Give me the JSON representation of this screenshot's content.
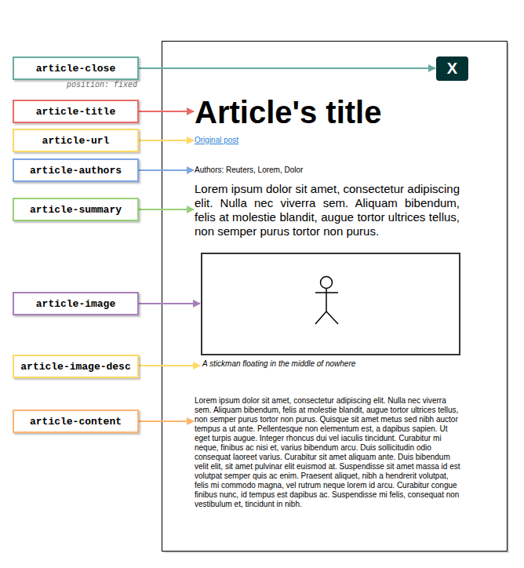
{
  "diagram": {
    "nodes": [
      {
        "text": [
          "article-close"
        ]
      },
      {
        "text": [
          "article-title"
        ]
      },
      {
        "text": [
          "article-url"
        ]
      },
      {
        "text": [
          "article-authors"
        ]
      },
      {
        "text": [
          "article-summary"
        ]
      },
      {
        "text": [
          "article-image"
        ]
      },
      {
        "text": [
          "article-image-desc"
        ]
      },
      {
        "text": [
          "article-content"
        ]
      },
      {
        "text": [
          "X"
        ]
      },
      {
        "text": [
          "Article's title"
        ]
      },
      {
        "text": [
          "Original post"
        ]
      },
      {
        "text": [
          "Authors: Reuters, Lorem, Dolor"
        ]
      },
      {
        "text": [
          "Lorem ipsum dolor sit amet, consectetur adipiscing elit. Nulla nec viverra sem. Aliquam bibendum, felis at molestie blandit, augue tortor ultrices tellus, non semper purus tortor non purus."
        ]
      },
      {
        "text": [
          "A stickman floating in the middle of nowhere"
        ]
      },
      {
        "text": [
          "Lorem ipsum dolor sit amet, consectetur adipiscing elit. Nulla nec viverra sem. Aliquam bibendum, felis at molestie blandit, augue tortor ultrices tellus, non semper purus tortor non purus. Quisque sit amet metus sed nibh auctor tempus a ut ante. Pellentesque non elementum est, a dapibus sapien. Ut eget turpis augue. Integer rhoncus dui vel iaculis tincidunt. Curabitur mi neque, finibus ac nisi et, varius bibendum arcu. Duis sollicitudin odio consequat laoreet varius. Curabitur sit amet aliquam ante. Duis bibendum velit elit, sit amet pulvinar elit euismod at. Suspendisse sit amet massa id est volutpat semper quis ac enim. Praesent aliquet, nibh a hendrerit volutpat, felis mi commodo magna, vel rutrum neque lorem id arcu. Curabitur congue finibus nunc, id tempus est dapibus ac. Suspendisse mi felis, consequat non vestibulum et, tincidunt in nibh."
        ]
      }
    ],
    "edges": [
      {
        "from": 0,
        "to": 8,
        "arrow": "to"
      },
      {
        "from": 1,
        "to": 9,
        "arrow": "to"
      },
      {
        "from": 2,
        "to": 10,
        "arrow": "to"
      },
      {
        "from": 3,
        "to": 11,
        "arrow": "to"
      },
      {
        "from": 4,
        "to": 12,
        "arrow": "to"
      },
      {
        "from": 5,
        "to": 13,
        "arrow": "to"
      },
      {
        "from": 6,
        "to": 13,
        "arrow": "to"
      },
      {
        "from": 7,
        "to": 14,
        "arrow": "to"
      }
    ],
    "labels": [
      "position: fixed"
    ]
  }
}
